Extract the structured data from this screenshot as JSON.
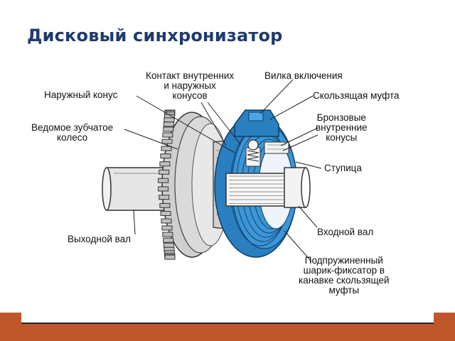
{
  "title": "Дисковый синхронизатор",
  "labels": {
    "contact_line1": "Контакт внутренних",
    "contact_line2": "и наружных",
    "contact_line3": "конусов",
    "fork": "Вилка включения",
    "outer_cone": "Наружный конус",
    "sliding_sleeve": "Скользящая муфта",
    "driven_gear_line1": "Ведомое зубчатое",
    "driven_gear_line2": "колесо",
    "bronze_line1": "Бронзовые",
    "bronze_line2": "внутренние",
    "bronze_line3": "конусы",
    "hub": "Ступица",
    "input_shaft": "Входной вал",
    "output_shaft": "Выходной вал",
    "detent_line1": "Подпружиненный",
    "detent_line2": "шарик-фиксатор в",
    "detent_line3": "канавке скользящей",
    "detent_line4": "муфты"
  },
  "colors": {
    "title": "#1f3a6e",
    "sleeve_blue": "#2a7fc0",
    "metal_gray": "#d6d6d6",
    "accent_bar": "#c0572b"
  }
}
